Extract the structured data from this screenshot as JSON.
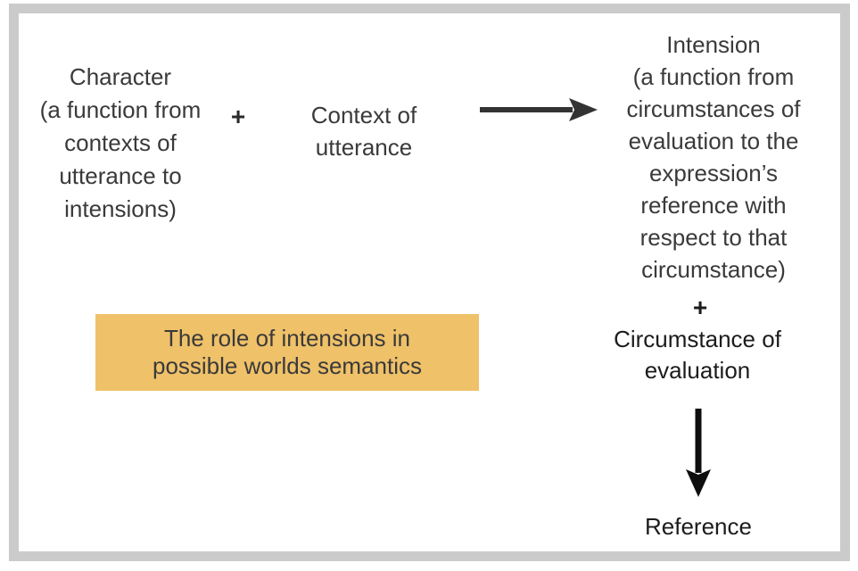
{
  "diagram": {
    "nodes": {
      "character": "Character\n(a function from\ncontexts of\nutterance to\nintensions)",
      "plus_left": "+",
      "context": "Context of\nutterance",
      "intension": "Intension\n(a function from\ncircumstances of\nevaluation to the\nexpression’s\nreference with\nrespect to that\ncircumstance)",
      "plus_right": "+",
      "circumstance": "Circumstance of\nevaluation",
      "reference": "Reference",
      "highlight": "The role of intensions in\npossible worlds semantics"
    },
    "icons": {
      "right_arrow": "right-arrow-icon",
      "down_arrow": "down-arrow-icon"
    },
    "colors": {
      "background": "#ffffff",
      "frame_border": "#cbcbcb",
      "text_primary": "#3a3a3a",
      "text_dark": "#1c1c1c",
      "highlight_bg": "#efc169",
      "arrow_right": "#333333",
      "arrow_down": "#0e0e0e"
    }
  }
}
